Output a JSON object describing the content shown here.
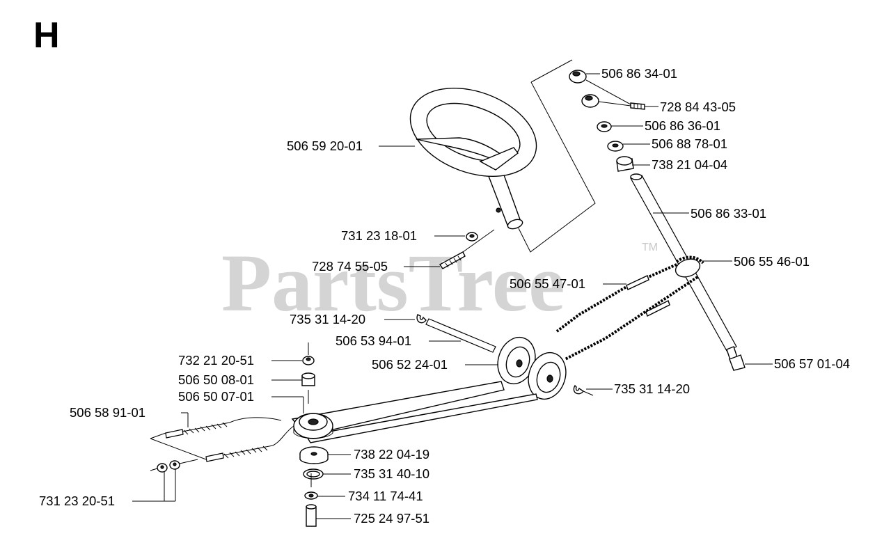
{
  "section_letter": "H",
  "watermark": {
    "text": "PartsTree",
    "trademark": "TM"
  },
  "part_labels": [
    {
      "id": "p1",
      "text": "506 86 34-01"
    },
    {
      "id": "p2",
      "text": "728 84 43-05"
    },
    {
      "id": "p3",
      "text": "506 86 36-01"
    },
    {
      "id": "p4",
      "text": "506 88 78-01"
    },
    {
      "id": "p5",
      "text": "738 21 04-04"
    },
    {
      "id": "p6",
      "text": "506 86 33-01"
    },
    {
      "id": "p7",
      "text": "506 55 46-01"
    },
    {
      "id": "p8",
      "text": "506 59 20-01"
    },
    {
      "id": "p9",
      "text": "731 23 18-01"
    },
    {
      "id": "p10",
      "text": "728 74 55-05"
    },
    {
      "id": "p11",
      "text": "506 55 47-01"
    },
    {
      "id": "p12",
      "text": "735 31 14-20"
    },
    {
      "id": "p13",
      "text": "506 53 94-01"
    },
    {
      "id": "p14",
      "text": "506 52 24-01"
    },
    {
      "id": "p15",
      "text": "506 57 01-04"
    },
    {
      "id": "p16",
      "text": "735 31 14-20"
    },
    {
      "id": "p17",
      "text": "732 21 20-51"
    },
    {
      "id": "p18",
      "text": "506 50 08-01"
    },
    {
      "id": "p19",
      "text": "506 50 07-01"
    },
    {
      "id": "p20",
      "text": "506 58 91-01"
    },
    {
      "id": "p21",
      "text": "738 22 04-19"
    },
    {
      "id": "p22",
      "text": "735 31 40-10"
    },
    {
      "id": "p23",
      "text": "734 11 74-41"
    },
    {
      "id": "p24",
      "text": "731 23 20-51"
    },
    {
      "id": "p25",
      "text": "725 24 97-51"
    }
  ]
}
